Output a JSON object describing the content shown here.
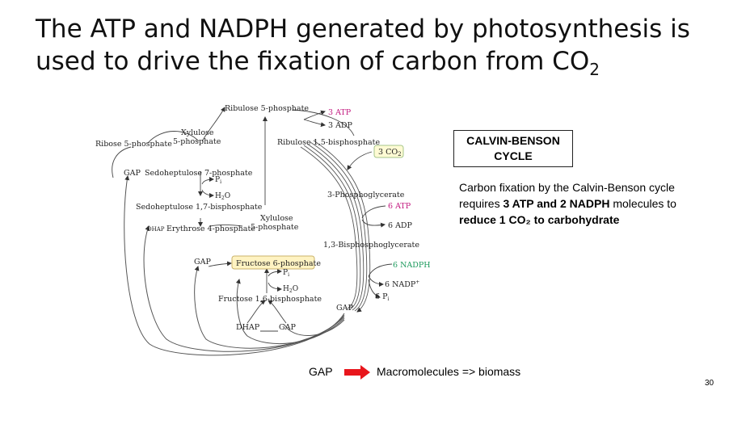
{
  "slide": {
    "title_main": "The ATP and NADPH generated by photosynthesis is used to drive the fixation of carbon from CO",
    "title_sub": "2",
    "page_number": "30"
  },
  "diagram": {
    "ribulose_5p": "Ribulose 5-phosphate",
    "atp_in": "3 ATP",
    "adp_out": "3 ADP",
    "ribulose_15bp": "Ribulose 1,5-bisphosphate",
    "co2_in": "3 CO",
    "co2_sub": "2",
    "pga": "3-Phosphoglycerate",
    "atp6": "6 ATP",
    "adp6": "6 ADP",
    "bpg": "1,3-Bisphosphoglycerate",
    "nadph6": "6 NADPH",
    "nadp6": "6 NADP",
    "nadp6_sup": "+",
    "pi6": "6 P",
    "pi6_sub": "i",
    "gap_main": "GAP",
    "ribose_5p": "Ribose 5-phosphate",
    "xylulose_a1": "Xylulose",
    "xylulose_a2": "5-phosphate",
    "gap_left": "GAP",
    "s7p": "Sedoheptulose 7-phosphate",
    "pi_a": "P",
    "pi_a_sub": "i",
    "h2o_a": "H",
    "h2o_a_sub": "2",
    "h2o_a_end": "O",
    "sbp": "Sedoheptulose 1,7-bisphosphate",
    "xylulose_b1": "Xylulose",
    "xylulose_b2": "5-phosphate",
    "dhap_small": "DHAP",
    "e4p": "Erythrose 4-phosphate",
    "gap_mid": "GAP",
    "f6p": "Fructose 6-phosphate",
    "pi_b": "P",
    "pi_b_sub": "i",
    "h2o_b": "H",
    "h2o_b_sub": "2",
    "h2o_b_end": "O",
    "fbp": "Fructose 1,6-bisphosphate",
    "dhap": "DHAP",
    "gap_bottom": "GAP"
  },
  "info": {
    "box_line1": "CALVIN-BENSON",
    "box_line2": "CYCLE",
    "desc_1": "Carbon fixation by the Calvin-Benson cycle requires ",
    "desc_2": "3 ATP and 2 NADPH",
    "desc_3": " molecules to ",
    "desc_4": "reduce 1 CO₂ to carbohydrate"
  },
  "output": {
    "gap": "GAP",
    "macro": "Macromolecules => biomass"
  },
  "colors": {
    "atp": "#c2187f",
    "nadph": "#1c9a5c",
    "co2_box": "#fffbd4",
    "f6p_box": "#fff3c2",
    "arrow_red": "#e8161c"
  }
}
